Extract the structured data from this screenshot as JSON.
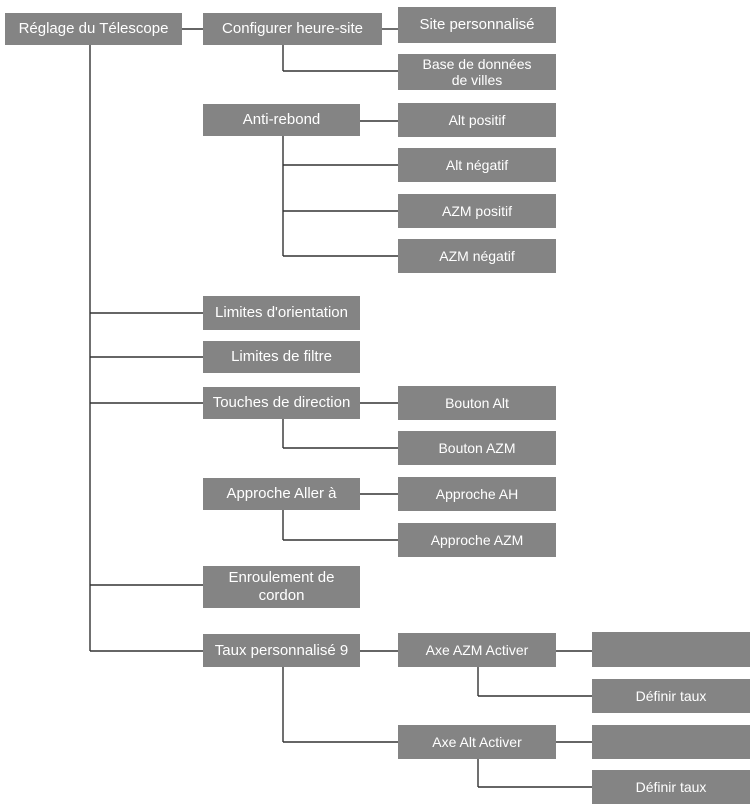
{
  "tree": {
    "root": "Réglage du Télescope",
    "configurer": "Configurer heure-site",
    "site_perso": "Site personnalisé",
    "base_villes": "Base de données de villes",
    "anti_rebond": "Anti-rebond",
    "alt_positif": "Alt positif",
    "alt_negatif": "Alt négatif",
    "azm_positif": "AZM positif",
    "azm_negatif": "AZM négatif",
    "limites_orientation": "Limites d'orientation",
    "limites_filtre": "Limites de filtre",
    "touches_direction": "Touches de direction",
    "bouton_alt": "Bouton Alt",
    "bouton_azm": "Bouton AZM",
    "approche_aller": "Approche Aller à",
    "approche_ah": "Approche AH",
    "approche_azm": "Approche AZM",
    "enroulement": "Enroulement de cordon",
    "taux_perso": "Taux personnalisé 9",
    "axe_azm": "Axe AZM Activer",
    "axe_azm_empty": "",
    "definir_taux_azm": "Définir taux",
    "axe_alt": "Axe Alt Activer",
    "axe_alt_empty": "",
    "definir_taux_alt": "Définir taux"
  },
  "colors": {
    "node_fill": "#848484",
    "node_text": "#ffffff",
    "connector": "#333333"
  }
}
